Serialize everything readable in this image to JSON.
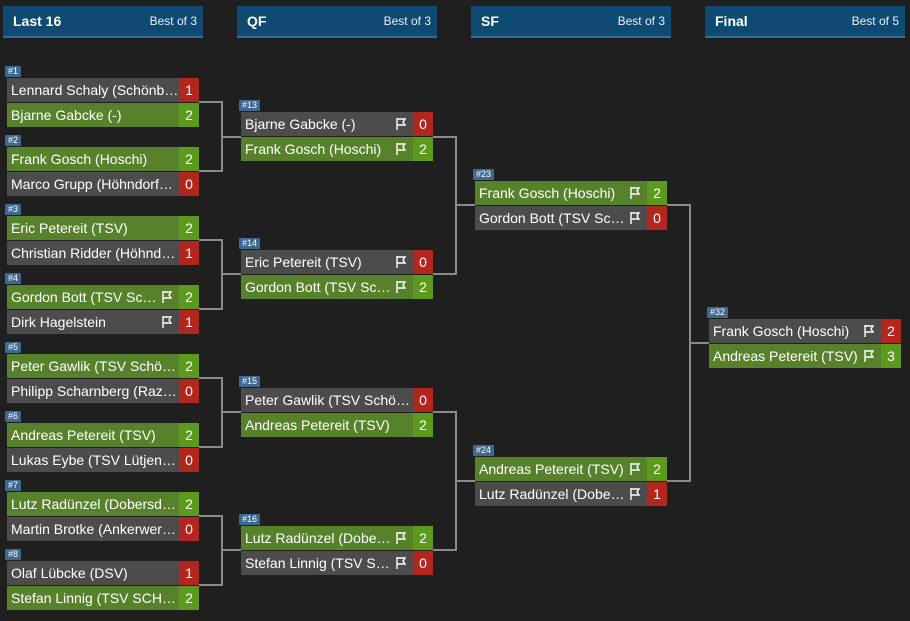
{
  "rounds": [
    {
      "title": "Last 16",
      "best_of": "Best of 3"
    },
    {
      "title": "QF",
      "best_of": "Best of 3"
    },
    {
      "title": "SF",
      "best_of": "Best of 3"
    },
    {
      "title": "Final",
      "best_of": "Best of 5"
    }
  ],
  "matches": [
    {
      "num": "#1",
      "players": [
        {
          "name": "Lennard Schaly (Schönberger SC)",
          "score": "1",
          "winner": false,
          "flag": false
        },
        {
          "name": "Bjarne Gabcke (-)",
          "score": "2",
          "winner": true,
          "flag": false
        }
      ]
    },
    {
      "num": "#2",
      "players": [
        {
          "name": "Frank Gosch (Hoschi)",
          "score": "2",
          "winner": true,
          "flag": false
        },
        {
          "name": "Marco Grupp (Höhndorfer SV)",
          "score": "0",
          "winner": false,
          "flag": false
        }
      ]
    },
    {
      "num": "#3",
      "players": [
        {
          "name": "Eric Petereit (TSV)",
          "score": "2",
          "winner": true,
          "flag": false
        },
        {
          "name": "Christian Ridder (Höhndorfer SV)",
          "score": "1",
          "winner": false,
          "flag": false
        }
      ]
    },
    {
      "num": "#4",
      "players": [
        {
          "name": "Gordon Bott (TSV Schönberg)",
          "score": "2",
          "winner": true,
          "flag": true
        },
        {
          "name": "Dirk Hagelstein",
          "score": "1",
          "winner": false,
          "flag": true
        }
      ]
    },
    {
      "num": "#5",
      "players": [
        {
          "name": "Peter Gawlik (TSV Schönberg)",
          "score": "2",
          "winner": true,
          "flag": false
        },
        {
          "name": "Philipp Scharnberg (Razorbacks)",
          "score": "0",
          "winner": false,
          "flag": false
        }
      ]
    },
    {
      "num": "#6",
      "players": [
        {
          "name": "Andreas Petereit (TSV)",
          "score": "2",
          "winner": true,
          "flag": false
        },
        {
          "name": "Lukas Eybe (TSV Lütjenburg)",
          "score": "0",
          "winner": false,
          "flag": false
        }
      ]
    },
    {
      "num": "#7",
      "players": [
        {
          "name": "Lutz Radünzel (Dobersdorfer SV)",
          "score": "2",
          "winner": true,
          "flag": false
        },
        {
          "name": "Martin Brotke (Ankerwerfer)",
          "score": "0",
          "winner": false,
          "flag": false
        }
      ]
    },
    {
      "num": "#8",
      "players": [
        {
          "name": "Olaf Lübcke (DSV)",
          "score": "1",
          "winner": false,
          "flag": false
        },
        {
          "name": "Stefan Linnig (TSV SCHÖNBERG)",
          "score": "2",
          "winner": true,
          "flag": false
        }
      ]
    },
    {
      "num": "#13",
      "players": [
        {
          "name": "Bjarne Gabcke (-)",
          "score": "0",
          "winner": false,
          "flag": true
        },
        {
          "name": "Frank Gosch (Hoschi)",
          "score": "2",
          "winner": true,
          "flag": true
        }
      ]
    },
    {
      "num": "#14",
      "players": [
        {
          "name": "Eric Petereit (TSV)",
          "score": "0",
          "winner": false,
          "flag": true
        },
        {
          "name": "Gordon Bott (TSV Schönberg)",
          "score": "2",
          "winner": true,
          "flag": true
        }
      ]
    },
    {
      "num": "#15",
      "players": [
        {
          "name": "Peter Gawlik (TSV Schönberg)",
          "score": "0",
          "winner": false,
          "flag": false
        },
        {
          "name": "Andreas Petereit (TSV)",
          "score": "2",
          "winner": true,
          "flag": false
        }
      ]
    },
    {
      "num": "#16",
      "players": [
        {
          "name": "Lutz Radünzel (Dobersdorfer SV)",
          "score": "2",
          "winner": true,
          "flag": true
        },
        {
          "name": "Stefan Linnig (TSV SCHÖNBERG)",
          "score": "0",
          "winner": false,
          "flag": true
        }
      ]
    },
    {
      "num": "#23",
      "players": [
        {
          "name": "Frank Gosch (Hoschi)",
          "score": "2",
          "winner": true,
          "flag": true
        },
        {
          "name": "Gordon Bott (TSV Schönberg)",
          "score": "0",
          "winner": false,
          "flag": true
        }
      ]
    },
    {
      "num": "#24",
      "players": [
        {
          "name": "Andreas Petereit (TSV)",
          "score": "2",
          "winner": true,
          "flag": true
        },
        {
          "name": "Lutz Radünzel (Dobersdorfer SV)",
          "score": "1",
          "winner": false,
          "flag": true
        }
      ]
    },
    {
      "num": "#32",
      "players": [
        {
          "name": "Frank Gosch (Hoschi)",
          "score": "2",
          "winner": false,
          "flag": true
        },
        {
          "name": "Andreas Petereit (TSV)",
          "score": "3",
          "winner": true,
          "flag": true
        }
      ]
    }
  ],
  "colors": {
    "background": "#1f1f1f",
    "header": "#0f4a72",
    "winner_row": "#57822b",
    "winner_score": "#5c9a1e",
    "loser_row": "#4c4c4c",
    "loser_score": "#b3261e",
    "connector": "#8a8a8a",
    "match_number": "#3f6890"
  },
  "icons": {
    "flag": "flag-icon"
  }
}
